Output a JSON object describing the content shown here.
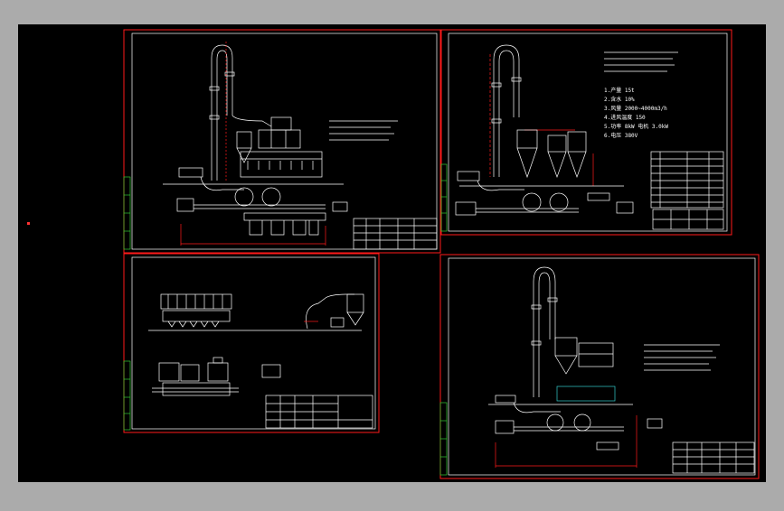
{
  "colors": {
    "background": "#ababab",
    "canvas": "#000000",
    "frame": "#ff1a1a",
    "line": "#ffffff",
    "accent_green": "#33cc33",
    "accent_cyan": "#33cccc"
  },
  "sheet_tr": {
    "params": [
      "1.产量  15t",
      "2.含水  10%",
      "3.风量  2000~4000m3/h",
      "4.进风温度  150",
      "5.功率  8kW 电机 3.0kW",
      "6.电压  380V"
    ]
  }
}
